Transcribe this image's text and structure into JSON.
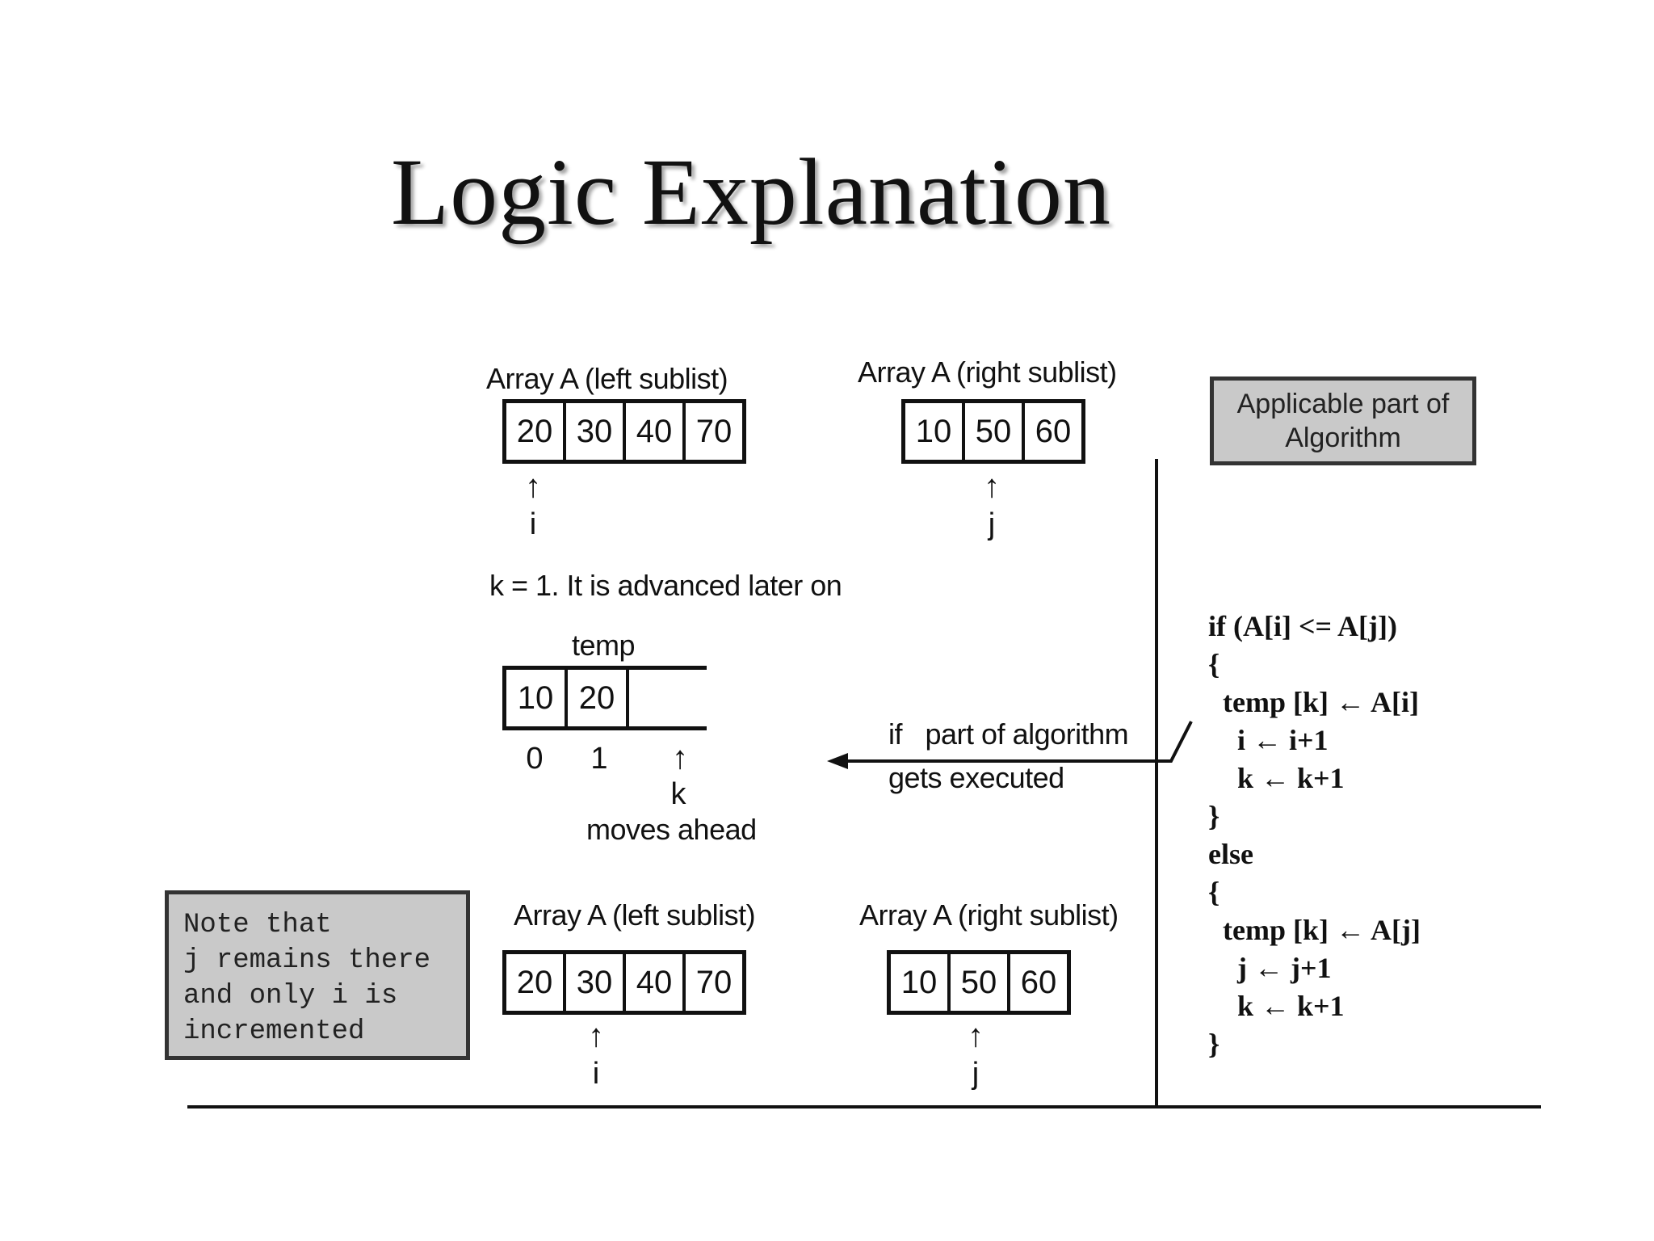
{
  "title": "Logic Explanation",
  "top_left": {
    "label": "Array A (left sublist)",
    "values": [
      "20",
      "30",
      "40",
      "70"
    ],
    "pointer": "↑",
    "pointer_label": "i"
  },
  "top_right": {
    "label": "Array A (right sublist)",
    "values": [
      "10",
      "50",
      "60"
    ],
    "pointer": "↑",
    "pointer_label": "j"
  },
  "algo_box": {
    "line1": "Applicable part of",
    "line2": "Algorithm"
  },
  "k_note": "k = 1. It is advanced later on",
  "temp": {
    "label": "temp",
    "values": [
      "10",
      "20"
    ],
    "index0": "0",
    "index1": "1",
    "pointer": "↑",
    "pointer_label": "k",
    "moves": "moves ahead"
  },
  "arrow_text": {
    "line1": "if   part of algorithm",
    "line2": "gets executed"
  },
  "code": [
    "if (A[i] <= A[j])",
    "{",
    "  temp [k] ← A[i]",
    "    i ← i+1",
    "    k ← k+1",
    "}",
    "else",
    "{",
    "  temp [k] ← A[j]",
    "    j ← j+1",
    "    k ← k+1",
    "}"
  ],
  "note_box": [
    "Note that",
    "j remains there",
    "and only i is",
    "incremented"
  ],
  "bottom_left": {
    "label": "Array A (left sublist)",
    "values": [
      "20",
      "30",
      "40",
      "70"
    ],
    "pointer": "↑",
    "pointer_label": "i"
  },
  "bottom_right": {
    "label": "Array A (right sublist)",
    "values": [
      "10",
      "50",
      "60"
    ],
    "pointer": "↑",
    "pointer_label": "j"
  }
}
